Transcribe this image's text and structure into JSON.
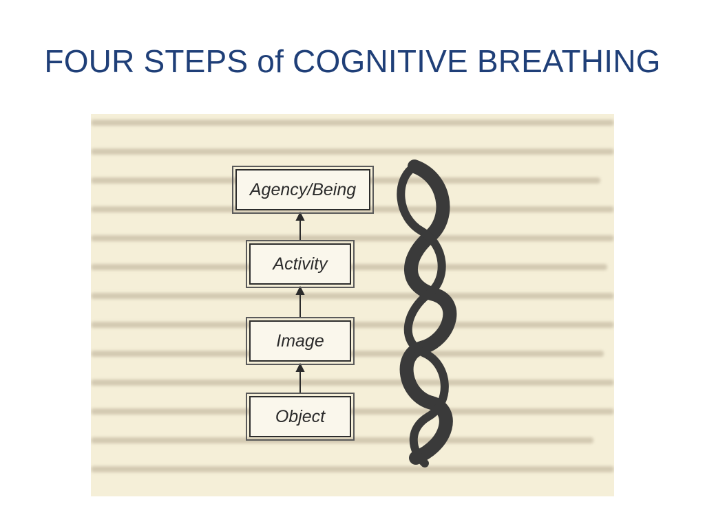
{
  "slide": {
    "title": "FOUR STEPS of COGNITIVE BREATHING"
  },
  "diagram": {
    "steps": [
      {
        "label": "Agency/Being"
      },
      {
        "label": "Activity"
      },
      {
        "label": "Image"
      },
      {
        "label": "Object"
      }
    ]
  },
  "colors": {
    "title": "#1f3f78",
    "page_background": "#f5efd8",
    "ink": "#2b2b2b"
  },
  "icons": {
    "spiral": "double-loop-spiral-icon"
  }
}
